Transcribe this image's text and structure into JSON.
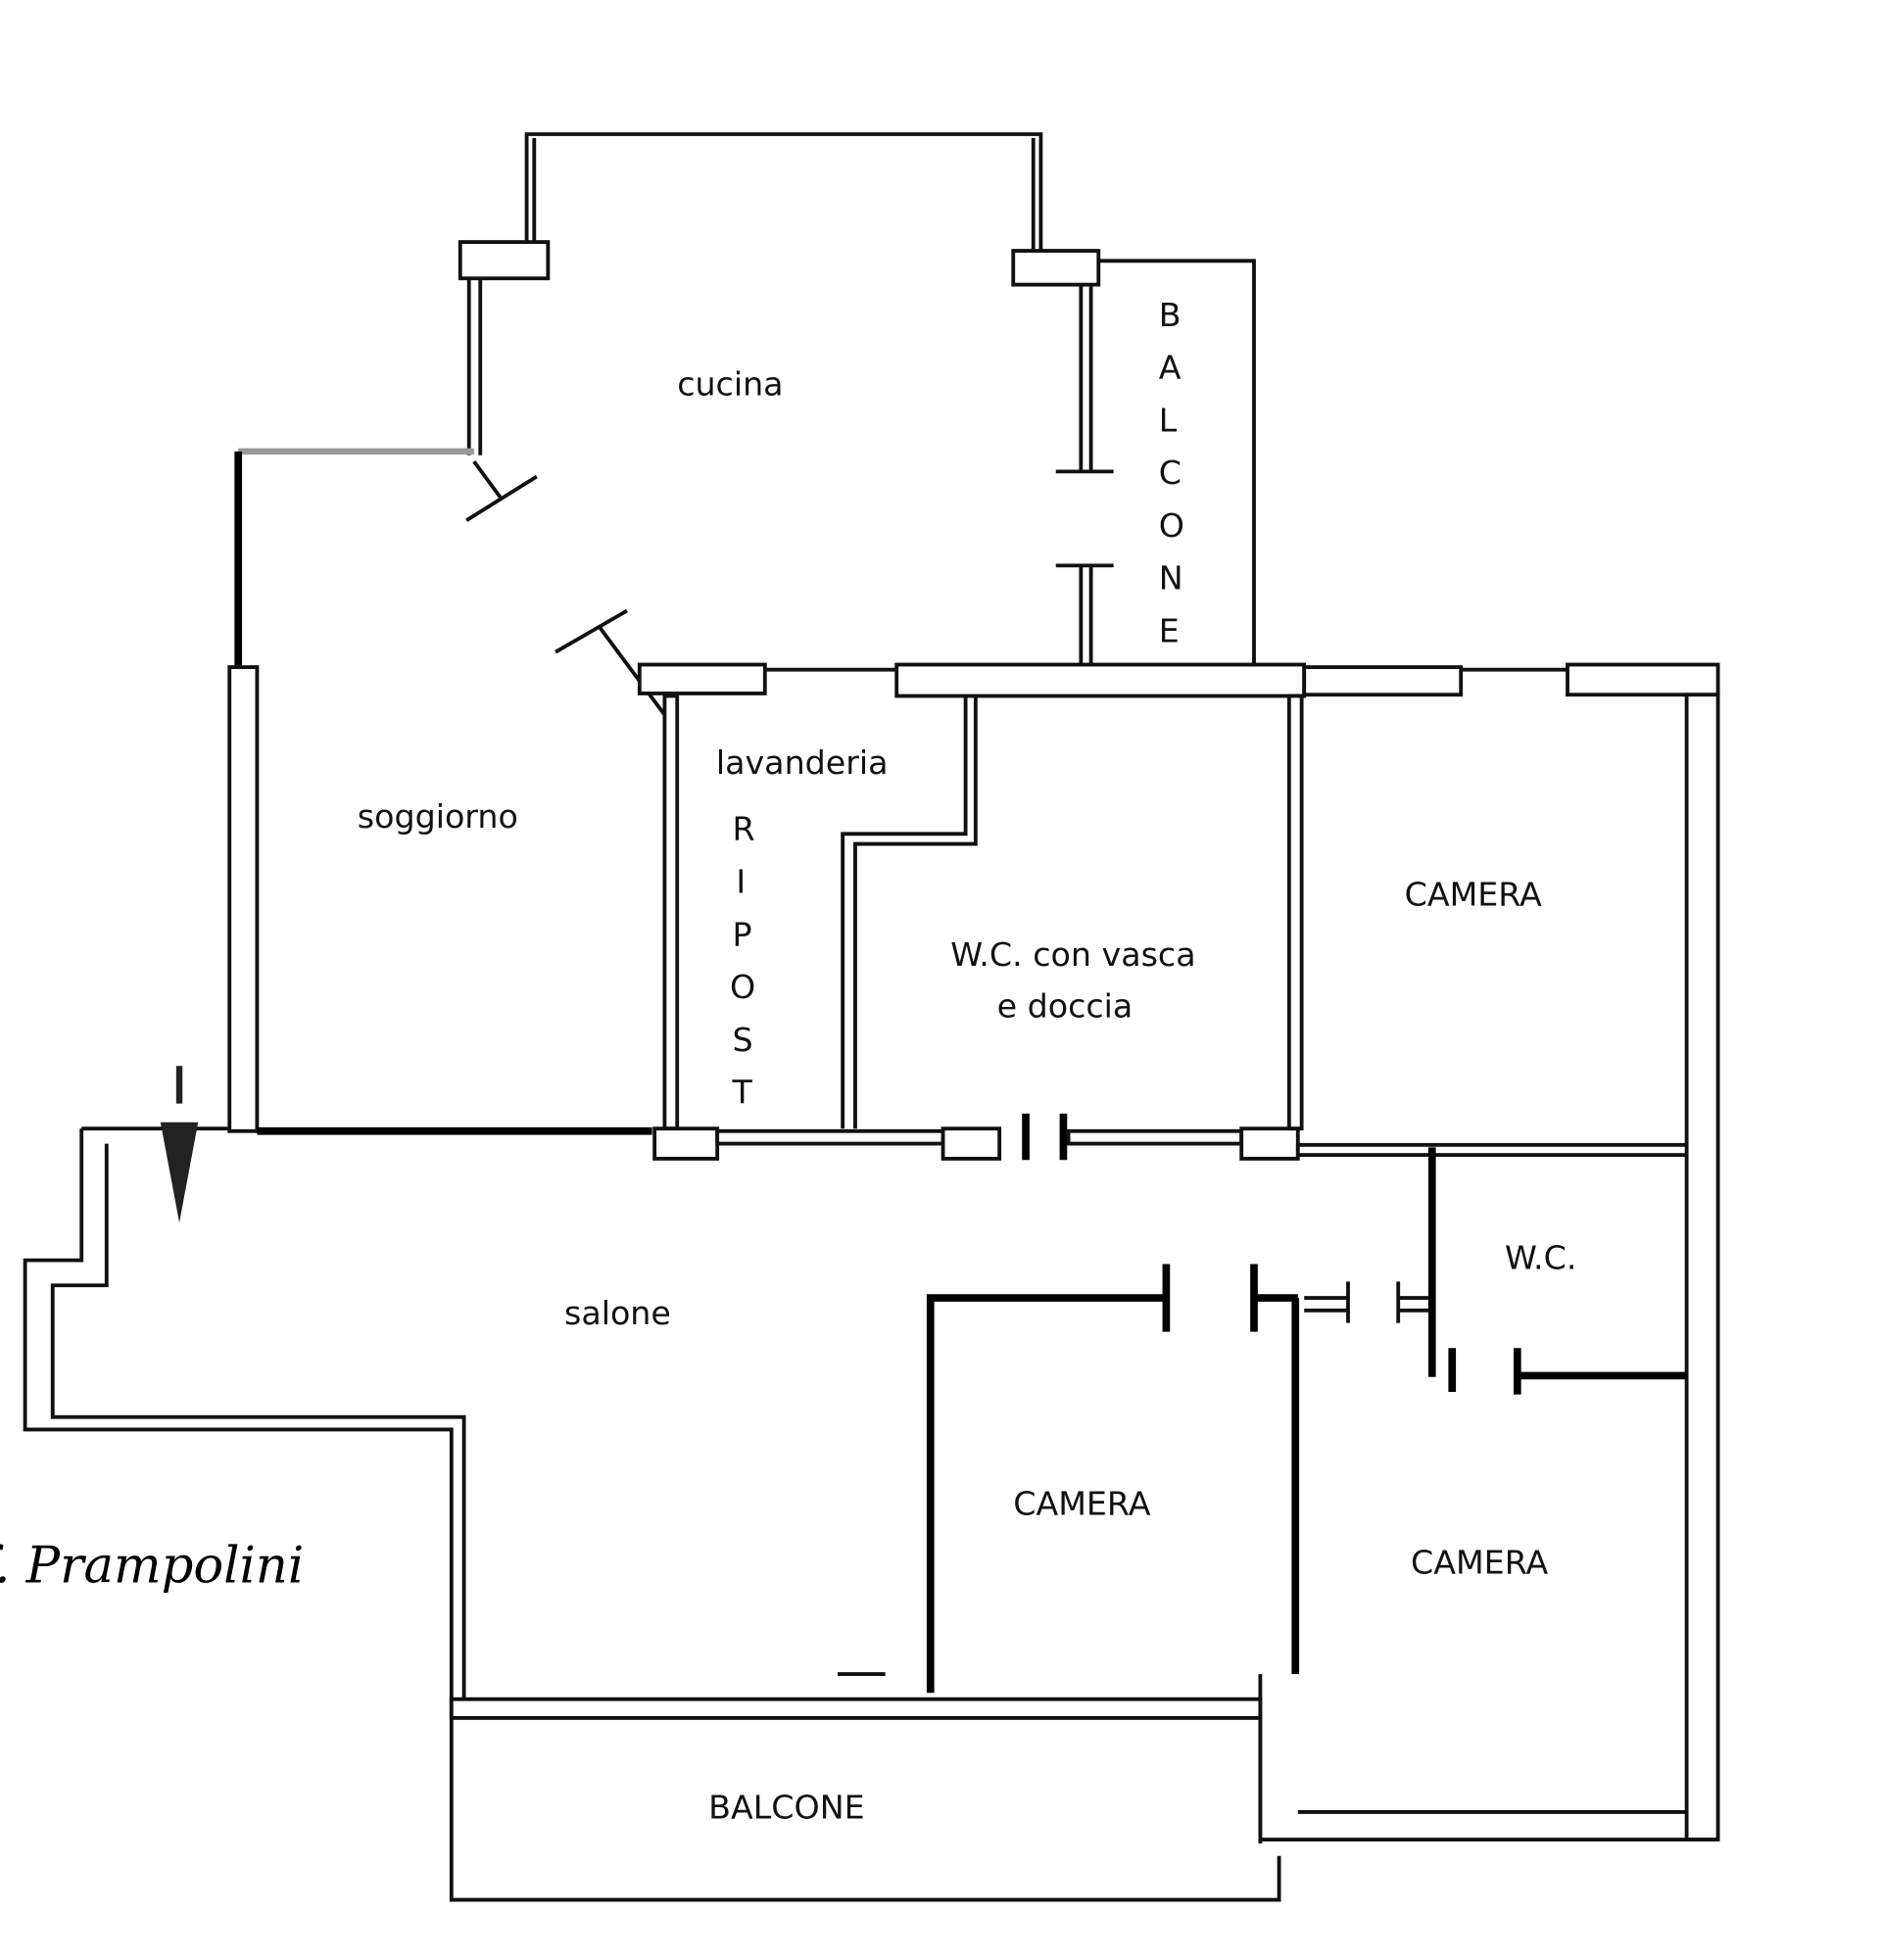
{
  "rooms": {
    "cucina": "cucina",
    "balcone_vertical": [
      "B",
      "A",
      "L",
      "C",
      "O",
      "N",
      "E"
    ],
    "soggiorno": "soggiorno",
    "lavanderia": "lavanderia",
    "ripost_vertical": [
      "R",
      "I",
      "P",
      "O",
      "S",
      "T"
    ],
    "wc_bath_line1": "W.C. con vasca",
    "wc_bath_line2": "e doccia",
    "camera_top_right": "CAMERA",
    "wc": "W.C.",
    "salone": "salone",
    "camera_middle": "CAMERA",
    "camera_bottom_right": "CAMERA",
    "balcone_bottom": "BALCONE"
  },
  "signature": "f. Prampolini",
  "colors": {
    "wall": "#111111",
    "accent_blue": "#2a3f9a"
  }
}
